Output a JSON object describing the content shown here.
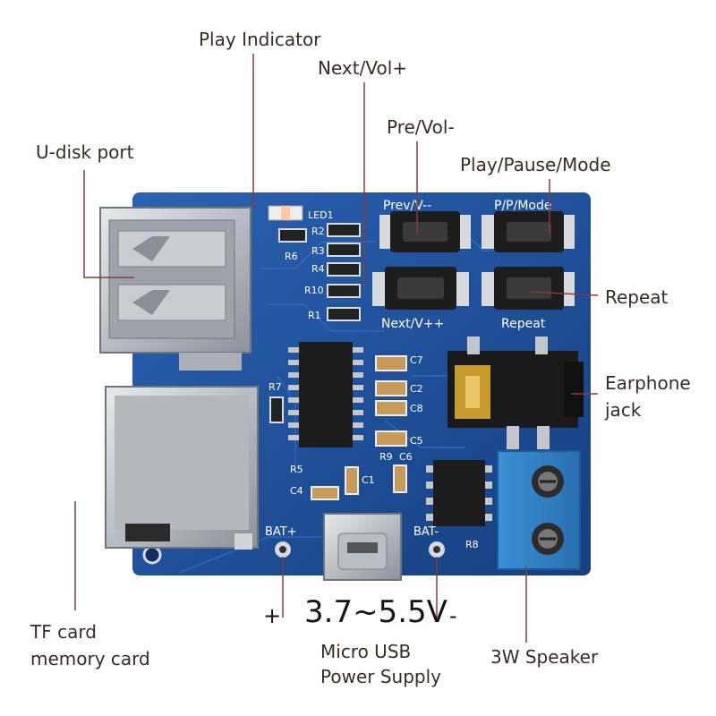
{
  "board": {
    "color": "#1d4f99",
    "silkscreen": {
      "led1": "LED1",
      "r2": "R2",
      "r3": "R3",
      "r4": "R4",
      "r10": "R10",
      "r1": "R1",
      "r6": "R6",
      "r7": "R7",
      "r5": "R5",
      "c4": "C4",
      "c1": "C1",
      "c7": "C7",
      "c2": "C2",
      "c8": "C8",
      "c5": "C5",
      "r9": "R9",
      "c6": "C6",
      "r8": "R8",
      "bat_plus": "BAT+",
      "bat_minus": "BAT-",
      "prev": "Prev/V--",
      "pp_mode": "P/P/Mode",
      "next": "Next/V++",
      "repeat": "Repeat"
    }
  },
  "labels": {
    "play_indicator": "Play Indicator",
    "next_vol": "Next/Vol+",
    "pre_vol": "Pre/Vol-",
    "play_pause_mode": "Play/Pause/Mode",
    "u_disk_port": "U-disk port",
    "repeat": "Repeat",
    "earphone": "Earphone",
    "jack": "jack",
    "tf_card": "TF card",
    "memory_card": "memory card",
    "plus": "+",
    "voltage": "3.7~5.5V",
    "minus": "-",
    "micro_usb": "Micro USB",
    "power_supply": "Power Supply",
    "speaker": "3W Speaker"
  },
  "colors": {
    "label_text": "#3a2a28",
    "leader_line": "#8a3a3a",
    "pcb": "#1d4f99",
    "terminal_block": "#3a8fd6",
    "metal": "#c9cdd2",
    "ic": "#1c1c1c"
  }
}
